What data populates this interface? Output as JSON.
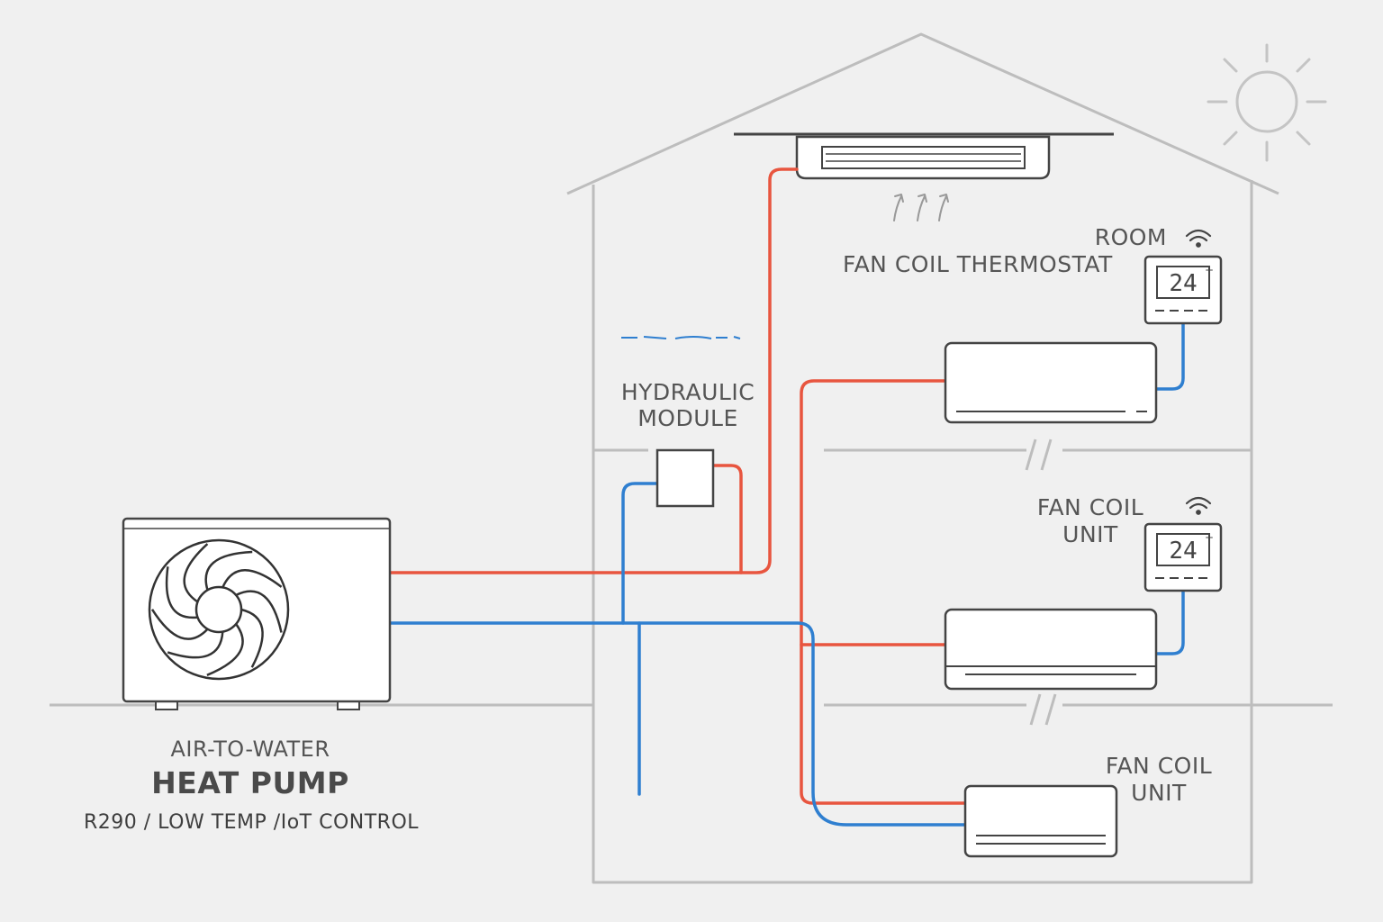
{
  "heat_pump": {
    "line1": "AIR-TO-WATER",
    "line2": "HEAT PUMP",
    "line3": "R290 / LOW TEMP /IoT CONTROL"
  },
  "hydraulic_module": {
    "line1": "HYDRAULIC",
    "line2": "MODULE"
  },
  "room_thermostat": {
    "line1": "ROOM",
    "line2": "FAN COIL THERMOSTAT",
    "display": "24"
  },
  "fan_coil_middle": {
    "line1": "FAN COIL",
    "line2": "UNIT",
    "display": "24"
  },
  "fan_coil_bottom": {
    "line1": "FAN COIL",
    "line2": "UNIT"
  },
  "colors": {
    "supply_pipe": "#e8553f",
    "return_pipe": "#2f7fd0",
    "outline": "#b9b9b9",
    "background": "#f0f0f0"
  },
  "icons": [
    "sun-icon",
    "fan-icon",
    "wifi-icon",
    "air-flow-arrows-icon"
  ]
}
